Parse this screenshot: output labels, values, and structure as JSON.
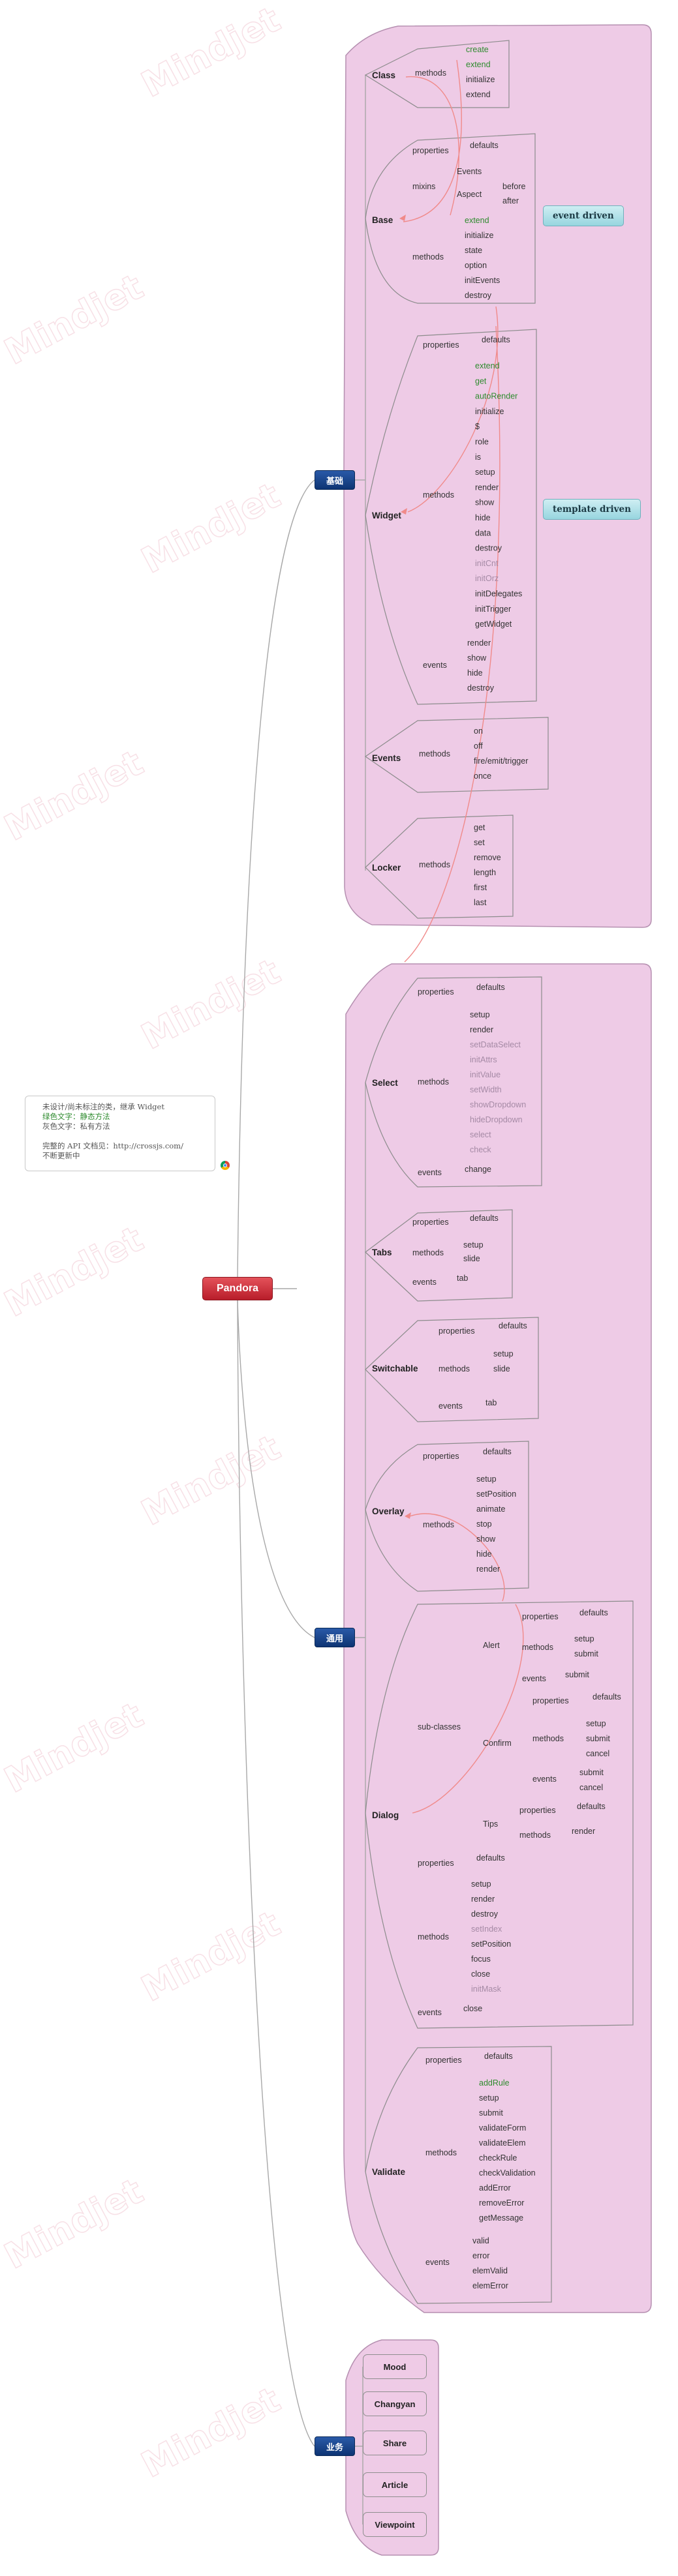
{
  "watermark": "Mindjet",
  "note": {
    "line1": "未设计/尚未标注的类，继承 Widget",
    "line2": "绿色文字：静态方法",
    "line3": "灰色文字：私有方法",
    "line4": "完整的 API 文档见：http://crossjs.com/",
    "line5": "不断更新中",
    "icon": "browser-link-icon"
  },
  "root": "Pandora",
  "branches": {
    "jichu": "基础",
    "tongyong": "通用",
    "yewu": "业务"
  },
  "callouts": {
    "event_driven": "event driven",
    "template_driven": "template driven"
  },
  "business": [
    "Mood",
    "Changyan",
    "Share",
    "Article",
    "Viewpoint"
  ],
  "colors": {
    "pane": "#eecbe6",
    "pane_stroke": "#b58fb0",
    "line": "#a8a8a8",
    "relation": "#f08a8a",
    "static_text": "#2e8b2e",
    "private_text": "#a58aa5",
    "root": "#c9262f",
    "branch": "#1a448c"
  },
  "labels": {
    "class_methods": [
      "create",
      "extend",
      "initialize",
      "extend"
    ],
    "base_mixins": [
      "Events",
      "Aspect",
      "before",
      "after"
    ],
    "base_methods": [
      "extend",
      "initialize",
      "state",
      "option",
      "initEvents",
      "destroy"
    ],
    "widget_methods": [
      "extend",
      "get",
      "autoRender",
      "initialize",
      "$",
      "role",
      "is",
      "setup",
      "render",
      "show",
      "hide",
      "data",
      "destroy",
      "initCnt",
      "initOrz",
      "initDelegates",
      "initTrigger",
      "getWidget"
    ],
    "widget_events": [
      "render",
      "show",
      "hide",
      "destroy"
    ],
    "events_methods": [
      "on",
      "off",
      "fire/emit/trigger",
      "once"
    ],
    "locker_methods": [
      "get",
      "set",
      "remove",
      "length",
      "first",
      "last"
    ],
    "select_methods": [
      "setup",
      "render",
      "setDataSelect",
      "initAttrs",
      "initValue",
      "setWidth",
      "showDropdown",
      "hideDropdown",
      "select",
      "check"
    ],
    "tabs_methods": [
      "setup",
      "slide"
    ],
    "switchable_methods": [
      "setup",
      "slide"
    ],
    "overlay_methods": [
      "setup",
      "setPosition",
      "animate",
      "stop",
      "show",
      "hide",
      "render"
    ],
    "dialog_methods": [
      "setup",
      "render",
      "destroy",
      "setIndex",
      "setPosition",
      "focus",
      "close",
      "initMask"
    ],
    "validate_methods": [
      "addRule",
      "setup",
      "submit",
      "validateForm",
      "validateElem",
      "checkRule",
      "checkValidation",
      "addError",
      "removeError",
      "getMessage"
    ],
    "validate_events": [
      "valid",
      "error",
      "elemValid",
      "elemError"
    ]
  }
}
